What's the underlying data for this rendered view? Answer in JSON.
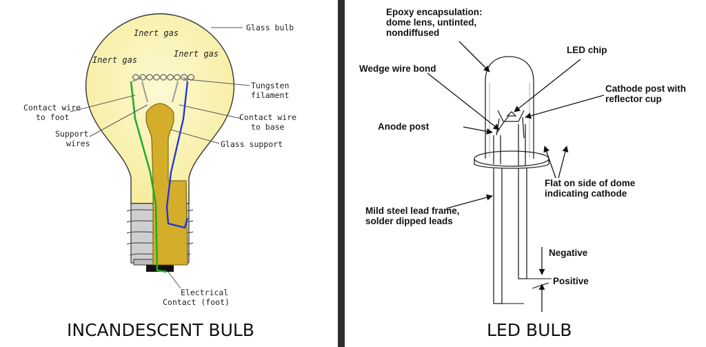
{
  "incandescent": {
    "caption": "INCANDESCENT BULB",
    "labels": {
      "glass_bulb": "Glass bulb",
      "inert_gas_top": "Inert gas",
      "inert_gas_left": "Inert gas",
      "inert_gas_right": "Inert gas",
      "tungsten_1": "Tungsten",
      "tungsten_2": "filament",
      "contact_foot_1": "Contact wire",
      "contact_foot_2": "to foot",
      "contact_base_1": "Contact wire",
      "contact_base_2": "to base",
      "support_1": "Support",
      "support_2": "wires",
      "glass_support": "Glass support",
      "electrical_1": "Electrical",
      "electrical_2": "Contact (foot)"
    }
  },
  "led": {
    "caption": "LED BULB",
    "labels": {
      "epoxy_1": "Epoxy encapsulation:",
      "epoxy_2": "dome lens, untinted,",
      "epoxy_3": "nondiffused",
      "led_chip": "LED chip",
      "wedge": "Wedge wire bond",
      "cathode_1": "Cathode post with",
      "cathode_2": "reflector cup",
      "anode": "Anode post",
      "flat_1": "Flat on side of dome",
      "flat_2": "indicating cathode",
      "mild_1": "Mild steel lead frame,",
      "mild_2": "solder dipped leads",
      "negative": "Negative",
      "positive": "Positive"
    }
  },
  "colors": {
    "bulb_fill": "#fbf5c0",
    "support_fill": "#d4ad2a",
    "base_fill": "#cfcfcf",
    "foot_fill": "#111111",
    "wire_green": "#1fae2a",
    "wire_blue": "#2237d6",
    "divider": "#2f2f2f"
  }
}
